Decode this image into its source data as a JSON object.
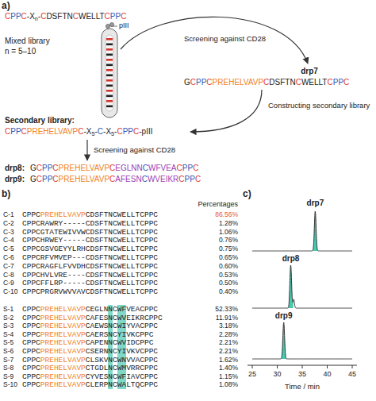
{
  "diagram": {
    "labels": [
      "a)",
      "CPPC-Xn-CDSFTNCWELLTCPPC",
      "pIII",
      "Mixed library",
      "n = 5–10",
      "Screening against CD28",
      "drp7",
      "GCPPCPREHELVAVPCDSFTNCWELLTCPPC",
      "Constructing secondary library",
      "Secondary library:",
      "CPPCPREHELVAVPC-X5-C-X5-CPPC-pIII",
      "Screening against CD28",
      "drp8:",
      "GCPPCPREHELVAVPCEGLNNCWFVEACPPC",
      "drp9:",
      "GCPPCPREHELVAVPCAFESNCWVEIKRCPPC",
      "b)",
      "c)",
      "Percentages",
      "C-1",
      "CPPCPREHELVAVPCDSFTNCWELLTCPPC",
      "86.56%",
      "C-2",
      "CPPCRAWRY-----CDSFTNCWELLTCPPC",
      "1.28%",
      "C-3",
      "CPPCGTATEWIVVWCDSFTNCWELLTCPPC",
      "1.06%",
      "C-4",
      "CPPCHRWEY-----CDSFTNCWELLTCPPC",
      "0.76%",
      "C-5",
      "CPPCGSVGEYYLRHCDSFTNCWELLTCPPC",
      "0.75%",
      "C-6",
      "CPPCRFVMVEP---CDSFTNCWELLTCPPC",
      "0.65%",
      "C-7",
      "CPPCRAGFLFVVDHCDSFTNCWELLTCPPC",
      "0.60%",
      "C-8",
      "CPPCHVLVRE----CDSFTNCWELLTCPPC",
      "0.53%",
      "C-9",
      "CPPCFFLRP-----CDSFTNCWELLTCPPC",
      "0.50%",
      "C-10",
      "CPPCPRGRVWVVAVCDSFTNCWELLTCPPC",
      "0.40%",
      "S-1",
      "CPPCPREHELVAVPCEGLNNCWFVEACPPC",
      "52.33%",
      "S-2",
      "CPPCPREHELVAVPCAFESNCWVEIKRCPPC",
      "11.91%",
      "S-3",
      "CPPCPREHELVAVPCAEWSNCWIYVACPPC",
      "3.18%",
      "S-4",
      "CPPCPREHELVAVPCAERSNCYIVKCPPC",
      "2.28%",
      "S-5",
      "CPPCPREHELVAVPCAPENNCWVIDCPPC",
      "2.21%",
      "S-6",
      "CPPCPREHELVAVPCSERNNCYIVKVCPPC",
      "2.21%",
      "S-7",
      "CPPCPREHELVAVPCLSKVNCWNVVACPPC",
      "1.62%",
      "S-8",
      "CPPCPREHELVAVPCTGDLNCWMVRRCPPC",
      "1.40%",
      "S-9",
      "CPPCPREHELVAVPCYVESNCWFIAVCPPC",
      "1.15%",
      "S-10",
      "CPPCPREHELVAVPCLERPNCWALTQCPPC",
      "1.08%",
      "drp7",
      "drp8",
      "drp9",
      "25",
      "30",
      "35",
      "40",
      "45",
      "Time / min"
    ]
  }
}
